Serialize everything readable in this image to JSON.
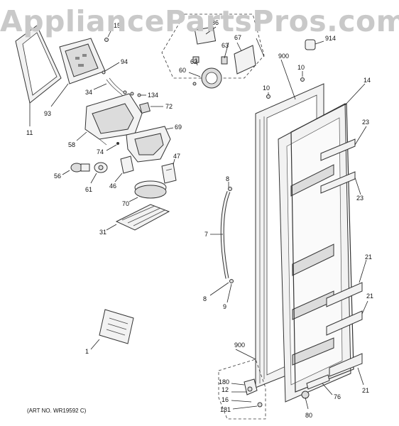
{
  "watermark": "AppliancePartsPros.com",
  "art_number": "(ART NO. WR19592 C)",
  "labels": {
    "p1": "1",
    "p7": "7",
    "p8a": "8",
    "p8b": "8",
    "p9": "9",
    "p10a": "10",
    "p10b": "10",
    "p11": "11",
    "p12": "12",
    "p14": "14",
    "p15": "15",
    "p16": "16",
    "p21a": "21",
    "p21b": "21",
    "p21c": "21",
    "p23a": "23",
    "p23b": "23",
    "p31": "31",
    "p34": "34",
    "p36": "36",
    "p46": "46",
    "p47": "47",
    "p56": "56",
    "p58": "58",
    "p60": "60",
    "p61": "61",
    "p62": "62",
    "p63": "63",
    "p67": "67",
    "p69": "69",
    "p70": "70",
    "p72": "72",
    "p74": "74",
    "p76": "76",
    "p80": "80",
    "p93": "93",
    "p94": "94",
    "p134": "134",
    "p180": "180",
    "p181": "181",
    "p900a": "900",
    "p900b": "900",
    "p914": "914"
  }
}
